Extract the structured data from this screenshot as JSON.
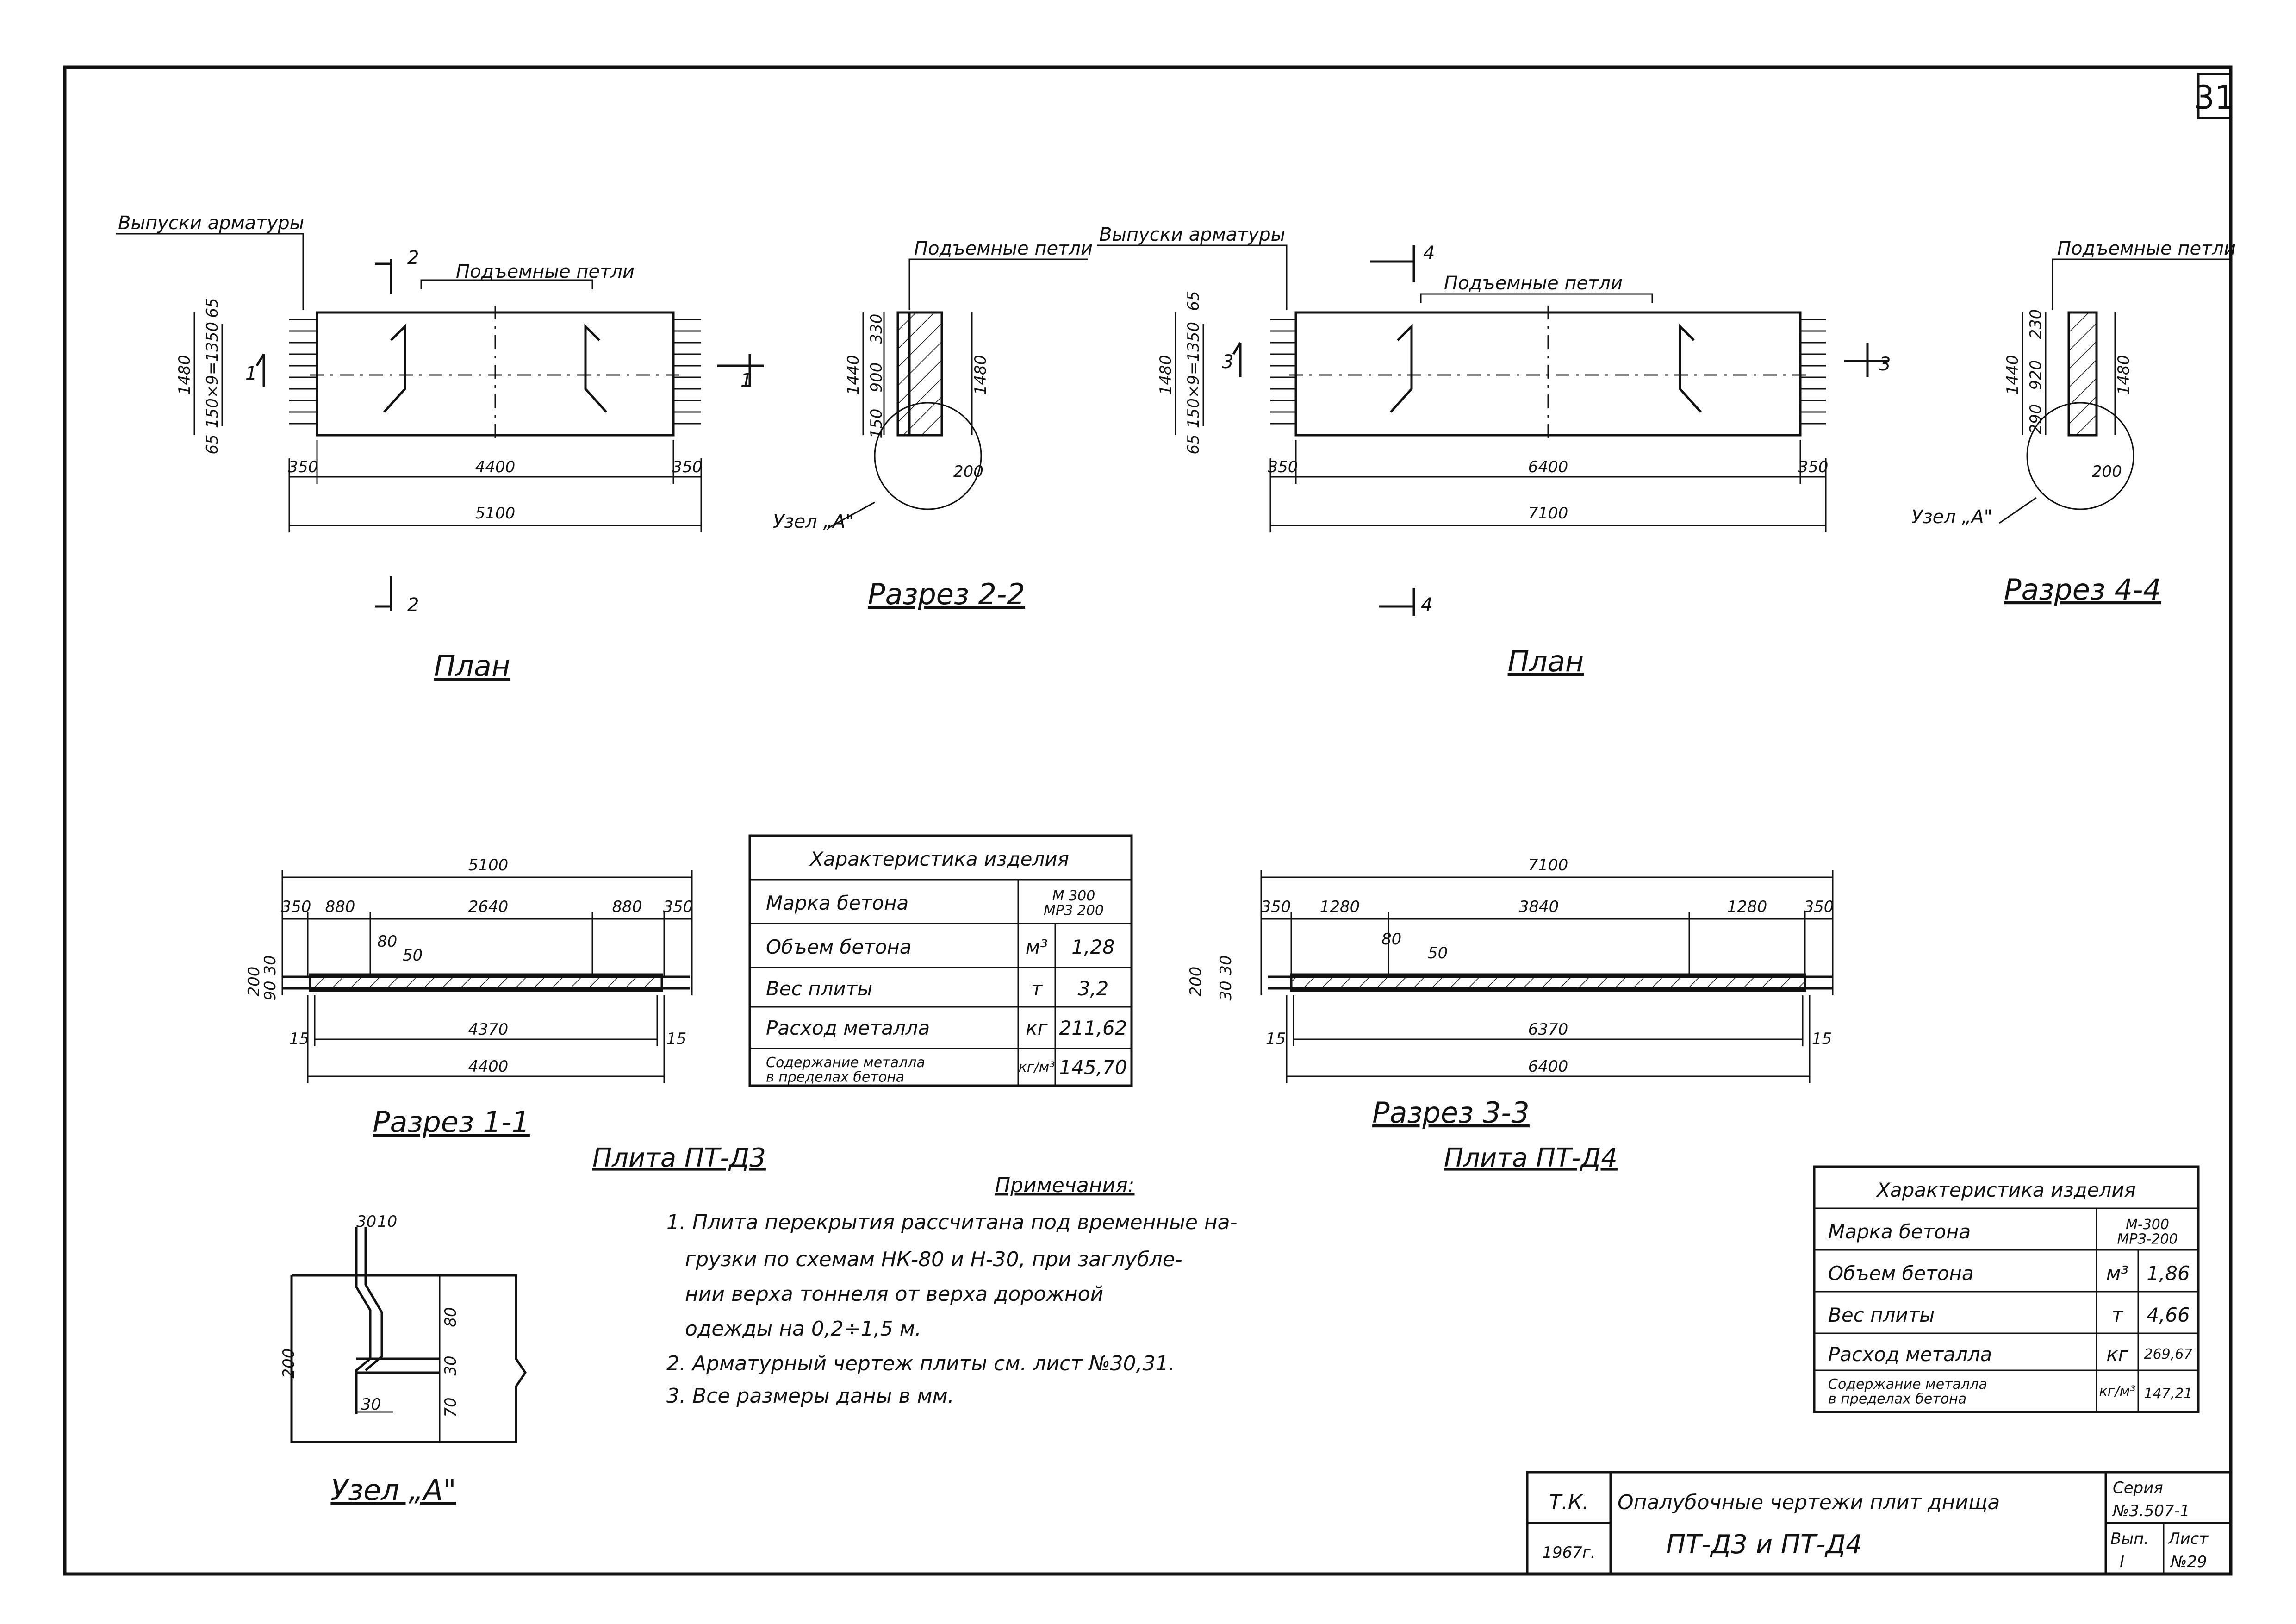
{
  "sheet_number": "31",
  "labels": {
    "rebar_outlets": "Выпуски арматуры",
    "lifting_loops": "Подъемные петли",
    "node_a": "Узел „А\"",
    "plan": "План",
    "section_1_1": "Разрез 1-1",
    "section_2_2": "Разрез 2-2",
    "section_3_3": "Разрез 3-3",
    "section_4_4": "Разрез 4-4",
    "slab_d3": "Плита ПТ-Д3",
    "slab_d4": "Плита ПТ-Д4",
    "node_a_title": "Узел „А\""
  },
  "cut_marks": {
    "c1": "1",
    "c2": "2",
    "c3": "3",
    "c4": "4"
  },
  "dims_d3": {
    "width": "1480",
    "inner": "150×9=1350",
    "edge_top": "65",
    "edge_bot": "65",
    "end_l": "350",
    "mid": "4400",
    "end_r": "350",
    "total": "5100"
  },
  "dims_d4": {
    "width": "1480",
    "inner": "150×9=1350",
    "edge_top": "65",
    "edge_bot": "65",
    "end_l": "350",
    "mid": "6400",
    "end_r": "350",
    "total": "7100"
  },
  "dims_sec22": {
    "h1": "1440",
    "a": "330",
    "b": "900",
    "c": "150",
    "h2": "1480",
    "w": "200"
  },
  "dims_sec44": {
    "h1": "1440",
    "a": "230",
    "b": "920",
    "c": "290",
    "h2": "1480",
    "w": "200"
  },
  "dims_sec11": {
    "total": "5100",
    "s1": "350",
    "s2": "880",
    "s3": "2640",
    "s4": "880",
    "s5": "350",
    "h": "200",
    "a": "30",
    "b": "80",
    "c": "90",
    "d": "50",
    "in": "4370",
    "out": "4400",
    "e1": "15",
    "e2": "15"
  },
  "dims_sec33": {
    "total": "7100",
    "s1": "350",
    "s2": "1280",
    "s3": "3840",
    "s4": "1280",
    "s5": "350",
    "h": "200",
    "a": "30",
    "b": "80",
    "c": "30",
    "d": "50",
    "in": "6370",
    "out": "6400",
    "e1": "15",
    "e2": "15"
  },
  "node_dims": {
    "t1": "30",
    "t2": "10",
    "h": "200",
    "a": "80",
    "b": "30",
    "c": "70",
    "d": "30"
  },
  "table_d3": {
    "title": "Характеристика изделия",
    "rows": [
      {
        "name": "Марка бетона",
        "unit": "",
        "value": "М 300\nМРЗ 200"
      },
      {
        "name": "Объем бетона",
        "unit": "м³",
        "value": "1,28"
      },
      {
        "name": "Вес плиты",
        "unit": "т",
        "value": "3,2"
      },
      {
        "name": "Расход металла",
        "unit": "кг",
        "value": "211,62"
      },
      {
        "name": "Содержание металла\nв пределах бетона",
        "unit": "кг/м³",
        "value": "145,70"
      }
    ]
  },
  "table_d4": {
    "title": "Характеристика изделия",
    "rows": [
      {
        "name": "Марка бетона",
        "unit": "",
        "value": "М-300\nМРЗ-200"
      },
      {
        "name": "Объем бетона",
        "unit": "м³",
        "value": "1,86"
      },
      {
        "name": "Вес плиты",
        "unit": "т",
        "value": "4,66"
      },
      {
        "name": "Расход металла",
        "unit": "кг",
        "value": "269,67"
      },
      {
        "name": "Содержание металла\nв пределах бетона",
        "unit": "кг/м³",
        "value": "147,21"
      }
    ]
  },
  "notes": {
    "title": "Примечания:",
    "lines": [
      "1. Плита перекрытия рассчитана под временные на-",
      "грузки по схемам НК-80 и Н-30, при заглубле-",
      "нии верха тоннеля от верха дорожной",
      "одежды на 0,2÷1,5 м.",
      "2. Арматурный чертеж плиты см. лист №30,31.",
      "3. Все размеры даны в мм."
    ]
  },
  "stamp": {
    "org": "Т.К.",
    "year": "1967г.",
    "title_line1": "Опалубочные чертежи плит днища",
    "title_line2": "ПТ-Д3 и ПТ-Д4",
    "series_label": "Серия",
    "series_value": "№3.507-1",
    "issue_label": "Вып.",
    "issue_value": "I",
    "sheet_label": "Лист",
    "sheet_value": "№29"
  }
}
